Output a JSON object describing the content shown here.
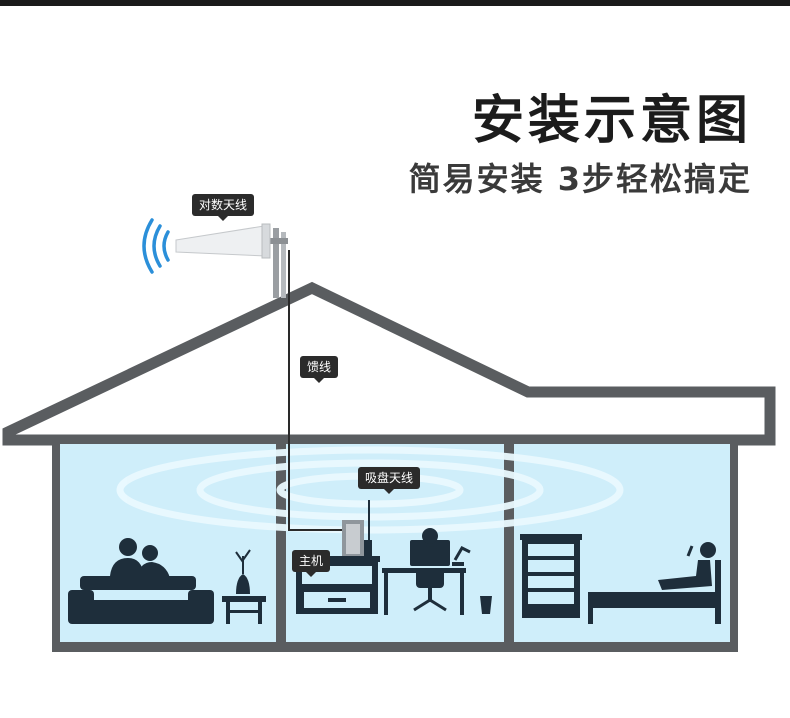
{
  "title": "安装示意图",
  "subtitle": "简易安装 3步轻松搞定",
  "labels": {
    "antenna_outdoor": "对数天线",
    "feeder": "馈线",
    "antenna_indoor": "吸盘天线",
    "host": "主机"
  },
  "colors": {
    "house_outline": "#5a5d60",
    "room_fill": "#cfeefa",
    "signal_blue": "#2b8fd9",
    "silhouette": "#1e2e3b",
    "tag_bg": "#2b2b2b"
  }
}
